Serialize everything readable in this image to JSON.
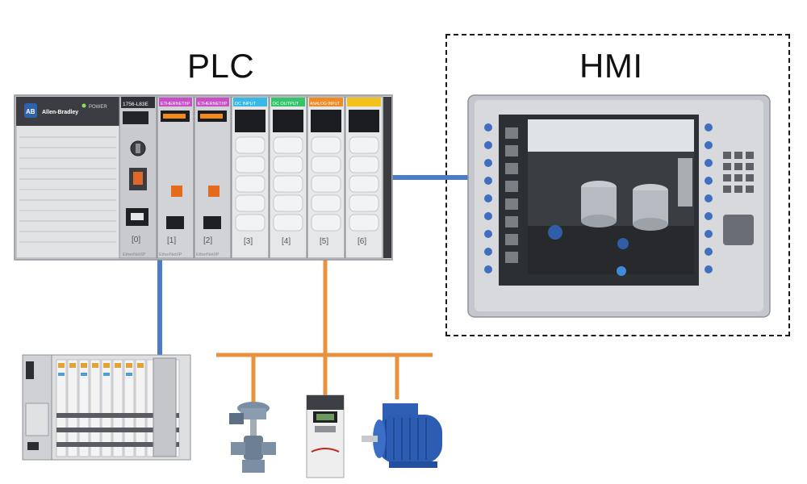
{
  "titles": {
    "plc": "PLC",
    "hmi": "HMI"
  },
  "plc_chassis": {
    "brand": "Allen-Bradley",
    "brand_logo": "AB",
    "power_label": "POWER",
    "slot_labels": [
      "[0]",
      "[1]",
      "[2]",
      "[3]",
      "[4]",
      "[5]",
      "[6]"
    ],
    "controller_model": "1756-L83E",
    "controller_footer": "EtherNet/IP",
    "module_headers": [
      "ETHERNET/IP",
      "ETHERNET/IP",
      "DC INPUT",
      "DC OUTPUT",
      "ANALOG INPUT",
      ""
    ],
    "module_footers": [
      "EtherNet/IP",
      "EtherNet/IP"
    ]
  },
  "colors": {
    "ethernet_link": "#4a7cc7",
    "fieldbus_link": "#e8913e",
    "hmi_frame_border": "#1a1a1a",
    "header_ethernet": "#c94fc9",
    "header_dc_input": "#37b8e6",
    "header_dc_output": "#34c46a",
    "header_analog": "#f08a24",
    "header_last": "#f2c21b"
  },
  "icons": [
    "plc-chassis",
    "hmi-touch-panel",
    "remote-io-rack",
    "control-valve",
    "variable-frequency-drive",
    "electric-motor"
  ]
}
